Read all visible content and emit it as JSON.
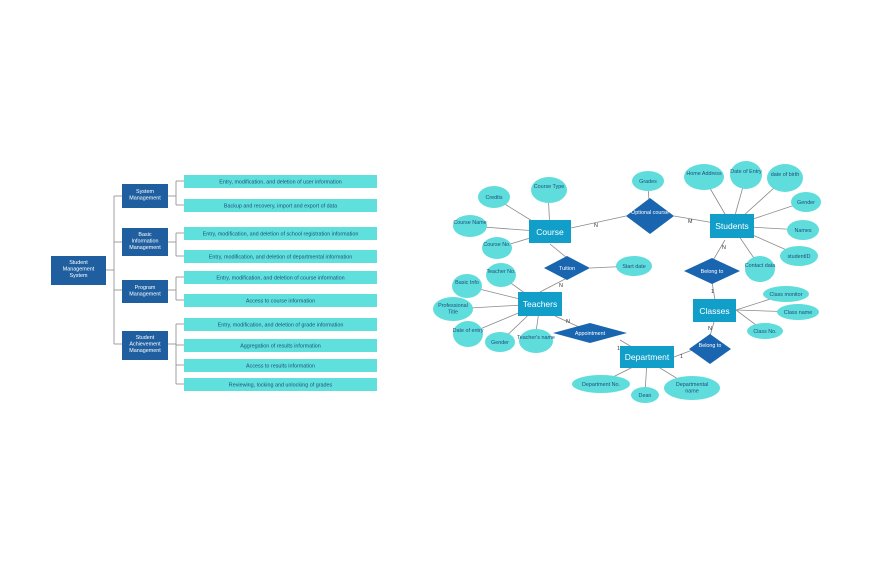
{
  "hierarchy": {
    "root": "Student Management System",
    "groups": [
      {
        "label": "System Management",
        "items": [
          "Entry, modification, and deletion of user information",
          "Backup and recovery, import and export of data"
        ]
      },
      {
        "label": "Basic Information Management",
        "items": [
          "Entry, modification, and deletion of school registration information",
          "Entry, modification, and deletion of departmental information"
        ]
      },
      {
        "label": "Program Management",
        "items": [
          "Entry, modification, and deletion of course information",
          "Access to course information"
        ]
      },
      {
        "label": "Student Achievement Management",
        "items": [
          "Entry, modification, and deletion of grade information",
          "Aggregation of results information",
          "Access to results information",
          "Reviewing, locking and unlocking of grades"
        ]
      }
    ]
  },
  "er": {
    "entities": {
      "course": "Course",
      "students": "Students",
      "teachers": "Teachers",
      "classes": "Classes",
      "department": "Department"
    },
    "relationships": {
      "optional_course": "Optional course",
      "tuition": "Tuition",
      "belong_to_class": "Belong to",
      "appointment": "Appointment",
      "belong_to_dept": "Belong to"
    },
    "attributes": {
      "credits": "Credits",
      "course_type": "Course Type",
      "course_name": "Course Name",
      "course_no": "Course No.",
      "grades": "Grades",
      "home_address": "Home Address",
      "date_of_entry_s": "Date of Entry",
      "date_of_birth": "date of birth",
      "gender_s": "Gender",
      "names": "Names",
      "student_id": "studentID",
      "contact_data": "Contact data",
      "start_date": "Start date",
      "basic_info": "Basic Info",
      "teacher_no": "Teacher No.",
      "professional_title": "Professional Title",
      "date_of_entry_t": "Date of entry",
      "gender_t": "Gender",
      "teachers_name": "Teacher's name",
      "class_monitor": "Class monitor",
      "class_name": "Class name",
      "class_no": "Class No.",
      "department_no": "Department No.",
      "dean": "Dean",
      "department_name": "Departmental name"
    },
    "cardinalities": {
      "course_optional": "N",
      "optional_students": "M",
      "tuition_teachers": "N",
      "students_belong": "N",
      "belong_classes": "1",
      "teachers_appointment": "N",
      "appointment_department": "1",
      "department_belong": "1",
      "belong_dept_classes": "N"
    }
  },
  "colors": {
    "dark_blue": "#1f5fa0",
    "entity": "#119fc9",
    "relationship": "#1a65b0",
    "attribute": "#5fdcdc",
    "leaf_box": "#5fe0dc",
    "line": "#8a8a8a",
    "text_dark": "#1f4e79",
    "white": "#ffffff"
  }
}
